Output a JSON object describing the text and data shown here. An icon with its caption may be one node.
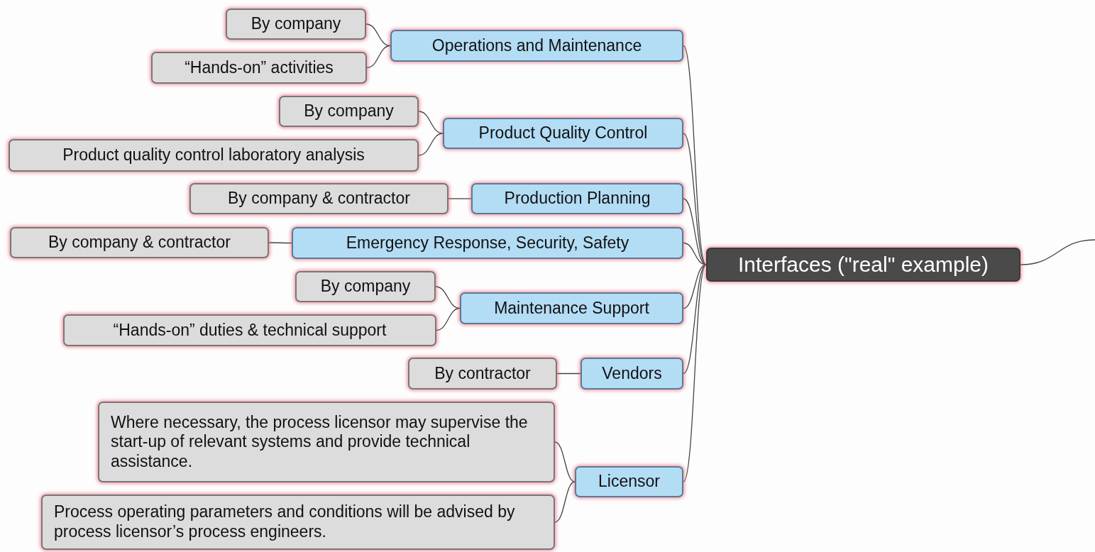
{
  "diagram": {
    "nodes": [
      {
        "text": [
          "Interfaces (\"real\" example)"
        ]
      },
      {
        "text": [
          "Operations and Maintenance"
        ]
      },
      {
        "text": [
          "By company"
        ]
      },
      {
        "text": [
          "“Hands-on” activities"
        ]
      },
      {
        "text": [
          "Product Quality Control"
        ]
      },
      {
        "text": [
          "By company"
        ]
      },
      {
        "text": [
          "Product quality control laboratory analysis"
        ]
      },
      {
        "text": [
          "Production Planning"
        ]
      },
      {
        "text": [
          "By company & contractor"
        ]
      },
      {
        "text": [
          "Emergency Response, Security, Safety"
        ]
      },
      {
        "text": [
          "By company & contractor"
        ]
      },
      {
        "text": [
          "Maintenance Support"
        ]
      },
      {
        "text": [
          "By company"
        ]
      },
      {
        "text": [
          "“Hands-on” duties & technical support"
        ]
      },
      {
        "text": [
          "Vendors"
        ]
      },
      {
        "text": [
          "By contractor"
        ]
      },
      {
        "text": [
          "Licensor"
        ]
      },
      {
        "text": [
          "Where necessary, the process licensor may supervise the start-up of relevant systems and provide technical assistance."
        ]
      },
      {
        "text": [
          "Process operating parameters and conditions will be advised by process licensor’s process engineers."
        ]
      }
    ],
    "edges": [
      {
        "from": 0,
        "to": 1,
        "arrow": "none"
      },
      {
        "from": 0,
        "to": 4,
        "arrow": "none"
      },
      {
        "from": 0,
        "to": 7,
        "arrow": "none"
      },
      {
        "from": 0,
        "to": 9,
        "arrow": "none"
      },
      {
        "from": 0,
        "to": 11,
        "arrow": "none"
      },
      {
        "from": 0,
        "to": 14,
        "arrow": "none"
      },
      {
        "from": 0,
        "to": 16,
        "arrow": "none"
      },
      {
        "from": 1,
        "to": 2,
        "arrow": "none"
      },
      {
        "from": 1,
        "to": 3,
        "arrow": "none"
      },
      {
        "from": 4,
        "to": 5,
        "arrow": "none"
      },
      {
        "from": 4,
        "to": 6,
        "arrow": "none"
      },
      {
        "from": 7,
        "to": 8,
        "arrow": "none"
      },
      {
        "from": 9,
        "to": 10,
        "arrow": "none"
      },
      {
        "from": 11,
        "to": 12,
        "arrow": "none"
      },
      {
        "from": 11,
        "to": 13,
        "arrow": "none"
      },
      {
        "from": 14,
        "to": 15,
        "arrow": "none"
      },
      {
        "from": 16,
        "to": 17,
        "arrow": "none"
      },
      {
        "from": 16,
        "to": 18,
        "arrow": "none"
      },
      {
        "from": 0,
        "to": null,
        "arrow": "none"
      }
    ]
  }
}
